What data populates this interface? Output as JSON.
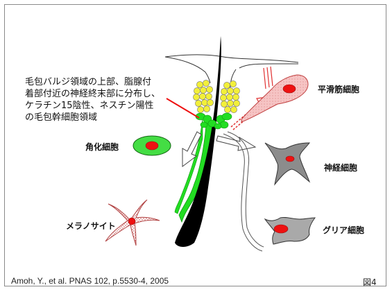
{
  "description": [
    "毛包バルジ領域の上部、脂腺付",
    "着部付近の神経終末部に分布し、",
    "ケラチン15陰性、ネスチン陽性",
    "の毛包幹細胞領域"
  ],
  "labels": {
    "smooth_muscle": "平滑筋細胞",
    "keratinocyte": "角化細胞",
    "neuron": "神経細胞",
    "melanocyte": "メラノサイト",
    "glia": "グリア細胞"
  },
  "footer": {
    "reference": "Amoh, Y., et al. PNAS 102, p.5530-4, 2005",
    "figure": "図4"
  },
  "colors": {
    "stem_region": "#22dd22",
    "nucleus": "#ee1111",
    "sebaceous": "#f2ef3a",
    "smooth_muscle_fill": "#f4b8b8",
    "neuron_fill": "#8c8c8c",
    "glia_fill": "#a9a9a9",
    "hair_shaft": "#000000",
    "keratinocyte_fill": "#44dd44"
  }
}
